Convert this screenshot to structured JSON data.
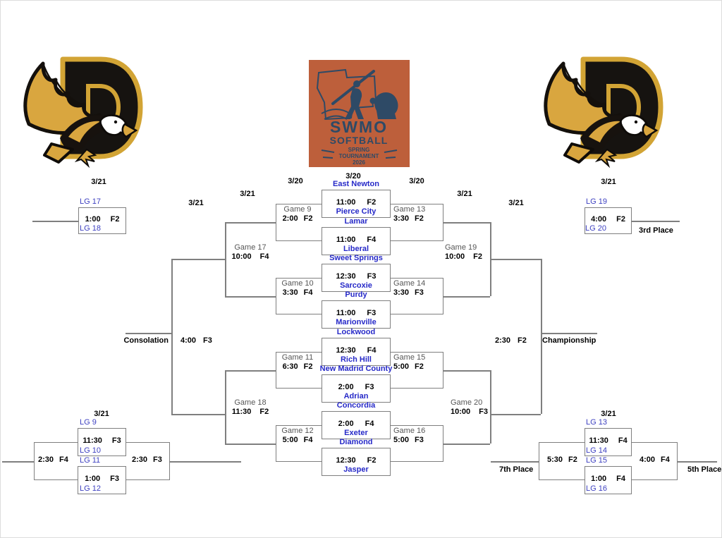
{
  "logos": {
    "swmo": {
      "l1": "SWMO",
      "l2": "SOFTBALL",
      "l3": "SPRING",
      "l4": "TOURNAMENT",
      "l5": "2026"
    }
  },
  "dates": {
    "top": [
      "3/21",
      "3/21",
      "3/21",
      "3/20",
      "3/20",
      "3/20",
      "3/21",
      "3/21",
      "3/21"
    ],
    "bottom": [
      "3/21",
      "3/21"
    ]
  },
  "round1": [
    {
      "top": "East Newton",
      "bottom": "Pierce City",
      "time": "11:00",
      "field": "F2"
    },
    {
      "top": "Lamar",
      "bottom": "Liberal",
      "time": "11:00",
      "field": "F4"
    },
    {
      "top": "Sweet Springs",
      "bottom": "Sarcoxie",
      "time": "12:30",
      "field": "F3"
    },
    {
      "top": "Purdy",
      "bottom": "Marionville",
      "time": "11:00",
      "field": "F3"
    },
    {
      "top": "Lockwood",
      "bottom": "Rich Hill",
      "time": "12:30",
      "field": "F4"
    },
    {
      "top": "New Madrid County",
      "bottom": "Adrian",
      "time": "2:00",
      "field": "F3"
    },
    {
      "top": "Concordia",
      "bottom": "Exeter",
      "time": "2:00",
      "field": "F4"
    },
    {
      "top": "Diamond",
      "bottom": "Jasper",
      "time": "12:30",
      "field": "F2"
    }
  ],
  "games": {
    "g9": {
      "name": "Game 9",
      "time": "2:00",
      "field": "F2"
    },
    "g10": {
      "name": "Game 10",
      "time": "3:30",
      "field": "F4"
    },
    "g11": {
      "name": "Game 11",
      "time": "6:30",
      "field": "F2"
    },
    "g12": {
      "name": "Game 12",
      "time": "5:00",
      "field": "F4"
    },
    "g13": {
      "name": "Game 13",
      "time": "3:30",
      "field": "F2"
    },
    "g14": {
      "name": "Game 14",
      "time": "3:30",
      "field": "F3"
    },
    "g15": {
      "name": "Game 15",
      "time": "5:00",
      "field": "F2"
    },
    "g16": {
      "name": "Game 16",
      "time": "5:00",
      "field": "F3"
    },
    "g17": {
      "name": "Game 17",
      "time": "10:00",
      "field": "F4"
    },
    "g18": {
      "name": "Game 18",
      "time": "11:30",
      "field": "F2"
    },
    "g19": {
      "name": "Game  19",
      "time": "10:00",
      "field": "F2"
    },
    "g20": {
      "name": "Game  20",
      "time": "10:00",
      "field": "F3"
    }
  },
  "finals": {
    "consolation": {
      "label": "Consolation",
      "time": "4:00",
      "field": "F3"
    },
    "championship": {
      "label": "Championship",
      "time": "2:30",
      "field": "F2"
    }
  },
  "placers": {
    "lg1718": {
      "top": "LG 17",
      "bottom": "LG 18",
      "time": "1:00",
      "field": "F2"
    },
    "lg1920": {
      "top": "LG 19",
      "bottom": "LG 20",
      "time": "4:00",
      "field": "F2",
      "place": "3rd Place"
    },
    "left_group": {
      "teams": [
        "LG 9",
        "LG 10",
        "LG 11",
        "LG 12"
      ],
      "g1_time": "11:30",
      "g1_field": "F3",
      "g2_time": "1:00",
      "g2_field": "F3",
      "out_left_time": "2:30",
      "out_left_field": "F4",
      "out_right_time": "2:30",
      "out_right_field": "F3"
    },
    "right_group": {
      "teams": [
        "LG 13",
        "LG 14",
        "LG 15",
        "LG 16"
      ],
      "g1_time": "11:30",
      "g1_field": "F4",
      "g2_time": "1:00",
      "g2_field": "F4",
      "out_left_time": "5:30",
      "out_left_field": "F2",
      "out_left_place": "7th Place",
      "out_right_time": "4:00",
      "out_right_field": "F4",
      "out_right_place": "5th Place"
    }
  },
  "colors": {
    "team_blue": "#2629c8",
    "lg_blue": "#3c3fc0",
    "line_gray": "#7f7f7f",
    "game_gray": "#565656",
    "logo_orange": "#bd5f3b",
    "logo_navy": "#2e4a66",
    "eagle_gold": "#d9a63f",
    "eagle_black": "#17120e"
  }
}
